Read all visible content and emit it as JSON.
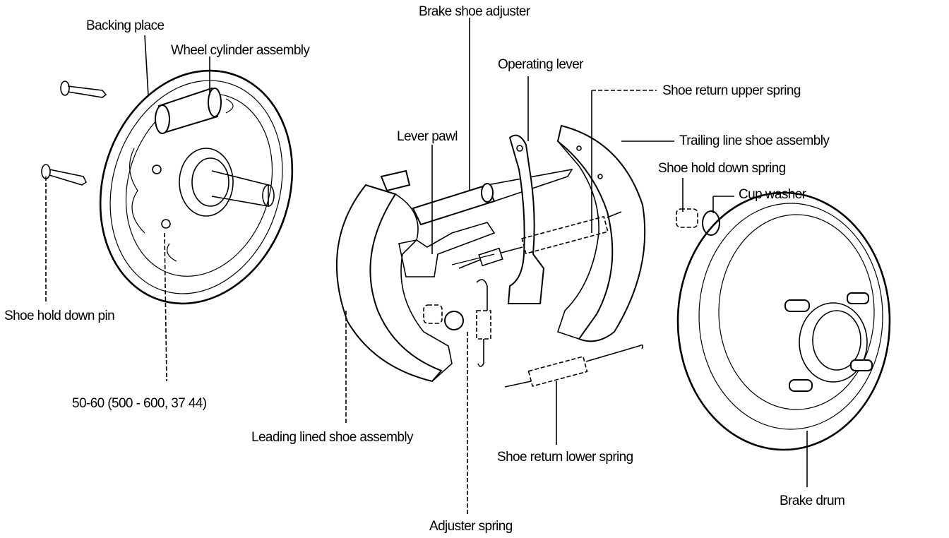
{
  "labels": {
    "backing_place": "Backing place",
    "wheel_cylinder": "Wheel cylinder assembly",
    "shoe_hold_down_pin": "Shoe hold down pin",
    "torque_spec": "50-60 (500 - 600, 37 44)",
    "brake_shoe_adjuster": "Brake shoe adjuster",
    "operating_lever": "Operating lever",
    "shoe_return_upper_spring": "Shoe return upper spring",
    "lever_pawl": "Lever pawl",
    "trailing_shoe": "Trailing line shoe assembly",
    "shoe_hold_down_spring": "Shoe hold down spring",
    "cup_washer": "Cup washer",
    "leading_shoe": "Leading lined shoe assembly",
    "shoe_return_lower_spring": "Shoe return lower spring",
    "adjuster_spring": "Adjuster spring",
    "brake_drum": "Brake drum"
  }
}
